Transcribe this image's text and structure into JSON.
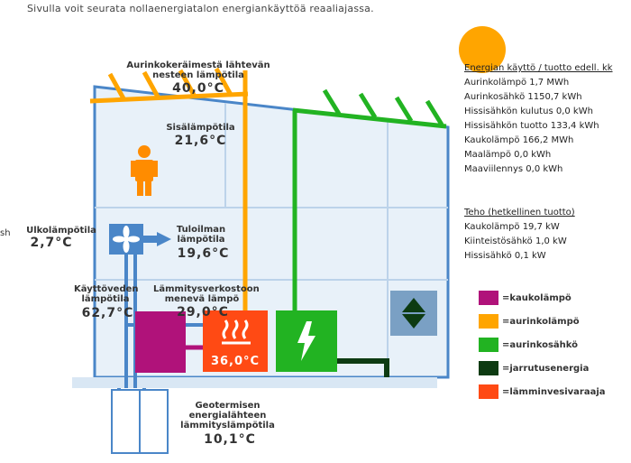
{
  "intro": "Sivulla voit seurata nollaenergiatalon energiankäyttöä reaaliajassa.",
  "side_fragment": "sh",
  "labels": {
    "collector": "Aurinkokeräimestä lähtevän nesteen lämpötila",
    "indoor": "Sisälämpötila",
    "outdoor": "Ulkolämpötila",
    "supply_air": "Tuloilman lämpötila",
    "hot_water": "Käyttöveden lämpötila",
    "heating_network": "Lämmitysverkostoon menevä lämpö",
    "geothermal": "Geotermisen energialähteen lämmityslämpötila"
  },
  "values": {
    "collector": "40,0°C",
    "indoor": "21,6°C",
    "outdoor": "2,7°C",
    "supply_air": "19,6°C",
    "hot_water": "62,7°C",
    "heating_network": "29,0°C",
    "storage_tank": "36,0°C",
    "geothermal": "10,1°C"
  },
  "energy_header": "Energian käyttö / tuotto edell. kk",
  "energy_rows": [
    "Aurinkolämpö 1,7 MWh",
    "Aurinkosähkö 1150,7 kWh",
    "Hissisähkön kulutus 0,0 kWh",
    "Hissisähkön tuotto 133,4 kWh",
    "Kaukolämpö 166,2 MWh",
    "Maalämpö 0,0 kWh",
    "Maaviilennys 0,0 kWh"
  ],
  "power_header": "Teho (hetkellinen tuotto)",
  "power_rows": [
    "Kaukolämpö 19,7 kW",
    "Kiinteistösähkö 1,0 kW",
    "Hissisähkö 0,1 kW"
  ],
  "legend": [
    {
      "label": "=kaukolämpö",
      "color": "#b0127a"
    },
    {
      "label": "=aurinkolämpö",
      "color": "#ffa500"
    },
    {
      "label": "=aurinkosähkö",
      "color": "#22b322"
    },
    {
      "label": "=jarrutusenergia",
      "color": "#0d3b12"
    },
    {
      "label": "=lämminvesivaraaja",
      "color": "#ff4a14"
    }
  ],
  "colors": {
    "pipe_blue": "#4a86c8",
    "wall_fill": "#e8f1f9",
    "sun": "#ffa500",
    "person": "#ff8c00",
    "elevator_bg": "#7aa0c4",
    "elevator_arrow": "#0d3b12"
  }
}
